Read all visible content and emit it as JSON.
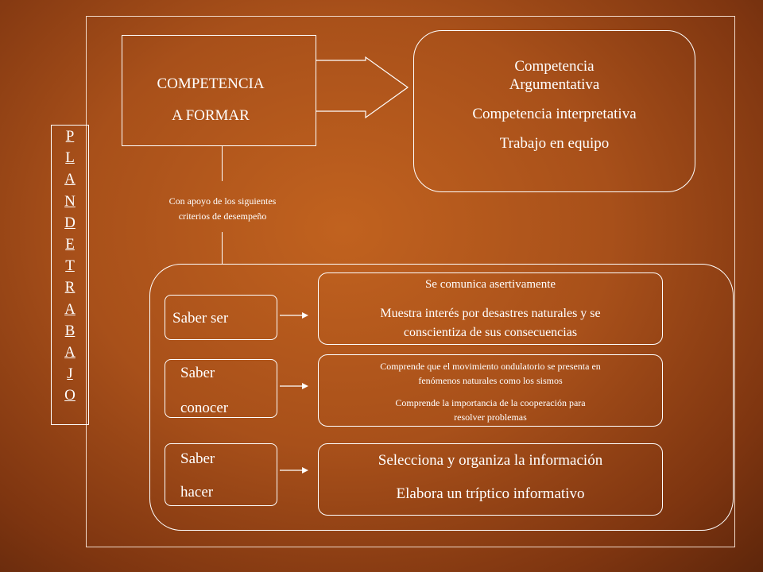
{
  "competence_box": {
    "line1": "COMPETENCIA",
    "line2": "A FORMAR"
  },
  "target_competencies": [
    "Competencia Argumentativa",
    "Competencia interpretativa",
    "Trabajo en equipo"
  ],
  "target_line1a": "Competencia",
  "target_line1b": "Argumentativa",
  "vertical_title": "PLANDETRABAJO",
  "criteria_label": {
    "line1": "Con apoyo de los siguientes",
    "line2": "criterios de desempeño"
  },
  "skills": [
    {
      "name_line1": "Saber ser",
      "name_line2": "",
      "descriptions": [
        "Se comunica asertivamente",
        "Muestra interés por desastres naturales y se",
        "conscientiza de sus consecuencias"
      ]
    },
    {
      "name_line1": "Saber",
      "name_line2": "conocer",
      "descriptions": [
        "Comprende que el movimiento ondulatorio se presenta en",
        "fenómenos naturales como los sismos",
        "Comprende la importancia de la cooperación para",
        "resolver problemas"
      ]
    },
    {
      "name_line1": "Saber",
      "name_line2": "hacer",
      "descriptions": [
        "Selecciona y organiza la información",
        "Elabora un tríptico informativo"
      ]
    }
  ],
  "colors": {
    "background": "#a8501a",
    "background_dark": "#5e260b",
    "stroke": "#ffffff",
    "text": "#ffffff"
  }
}
